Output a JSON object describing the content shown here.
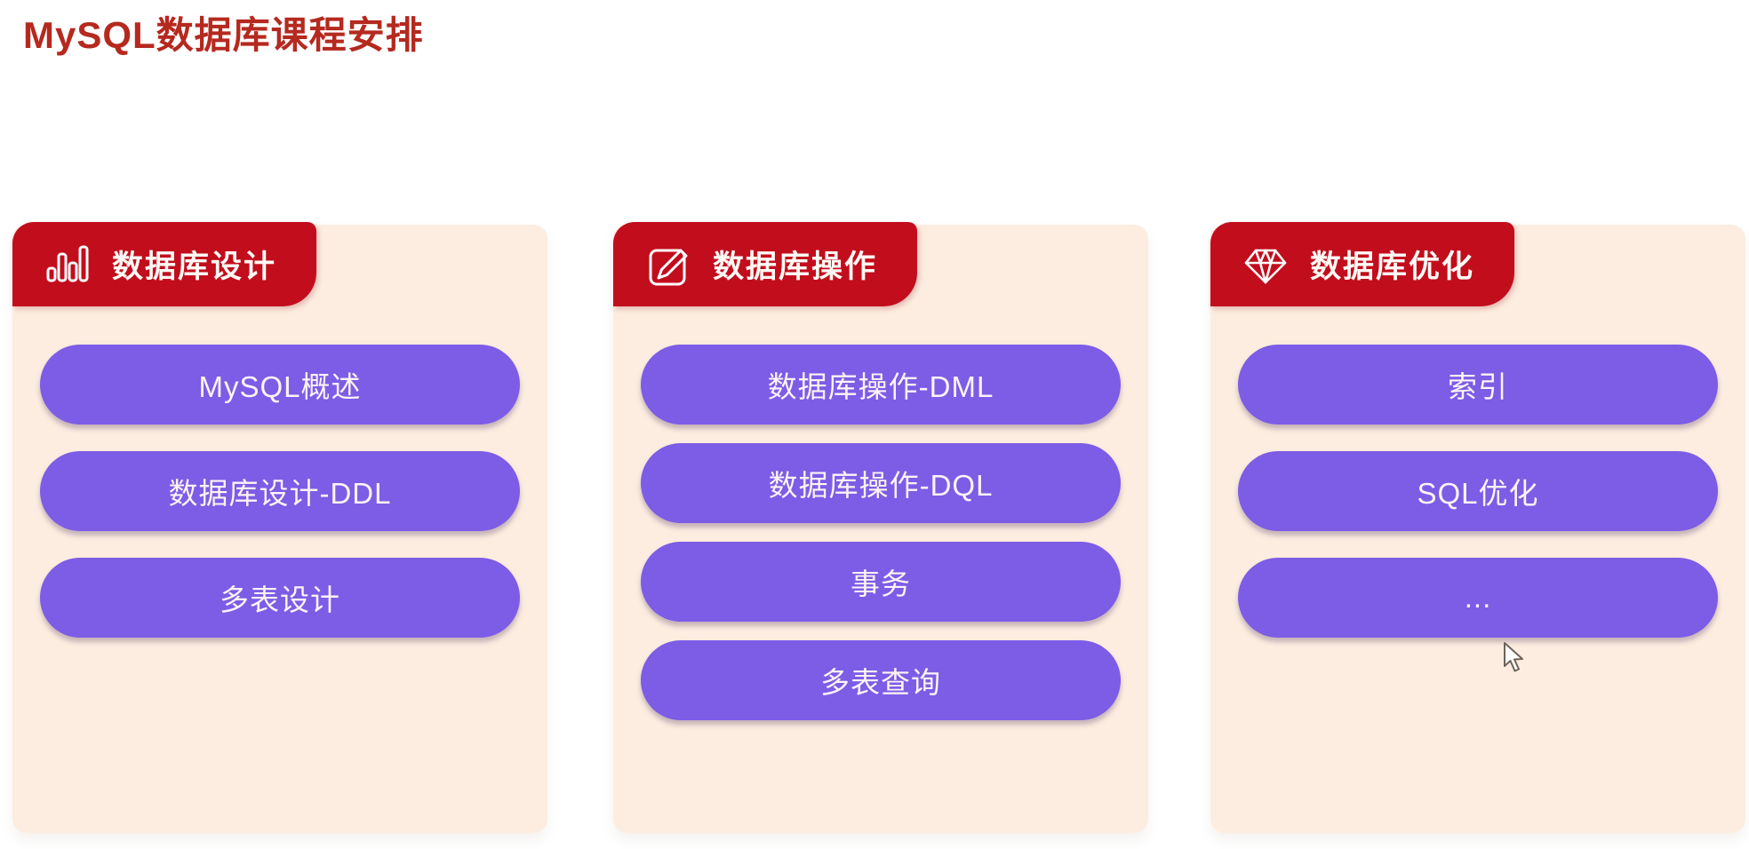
{
  "page": {
    "title": "MySQL数据库课程安排"
  },
  "colors": {
    "title_red": "#b5291f",
    "header_red": "#c20d1d",
    "panel_cream": "#fcede0",
    "pill_purple": "#7d5ce6",
    "pill_text": "#fdf3f6",
    "header_text": "#fffaf5",
    "page_background": "#ffffff"
  },
  "columns": [
    {
      "header": "数据库设计",
      "icon": "bar-chart-icon",
      "items": [
        "MySQL概述",
        "数据库设计-DDL",
        "多表设计"
      ]
    },
    {
      "header": "数据库操作",
      "icon": "pencil-edit-icon",
      "items": [
        "数据库操作-DML",
        "数据库操作-DQL",
        "事务",
        "多表查询"
      ]
    },
    {
      "header": "数据库优化",
      "icon": "gem-icon",
      "items": [
        "索引",
        "SQL优化",
        "..."
      ]
    }
  ],
  "cursor": {
    "visible": "true"
  }
}
